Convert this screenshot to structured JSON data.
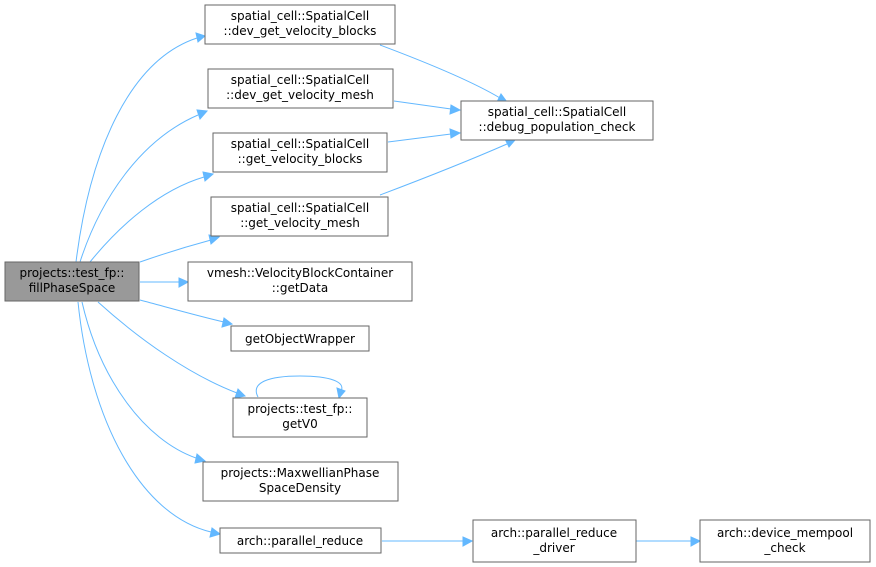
{
  "colors": {
    "edge": "#63b8ff",
    "node_border": "#666666",
    "root_fill": "#999999",
    "node_fill": "#ffffff"
  },
  "nodes": {
    "root": [
      "projects::test_fp::",
      "fillPhaseSpace"
    ],
    "dev_get_velocity_blocks": [
      "spatial_cell::SpatialCell",
      "::dev_get_velocity_blocks"
    ],
    "dev_get_velocity_mesh": [
      "spatial_cell::SpatialCell",
      "::dev_get_velocity_mesh"
    ],
    "get_velocity_blocks": [
      "spatial_cell::SpatialCell",
      "::get_velocity_blocks"
    ],
    "get_velocity_mesh": [
      "spatial_cell::SpatialCell",
      "::get_velocity_mesh"
    ],
    "debug_population_check": [
      "spatial_cell::SpatialCell",
      "::debug_population_check"
    ],
    "getData": [
      "vmesh::VelocityBlockContainer",
      "::getData"
    ],
    "getObjectWrapper": [
      "getObjectWrapper"
    ],
    "getV0": [
      "projects::test_fp::",
      "getV0"
    ],
    "maxwellian": [
      "projects::MaxwellianPhase",
      "SpaceDensity"
    ],
    "parallel_reduce": [
      "arch::parallel_reduce"
    ],
    "parallel_reduce_driver": [
      "arch::parallel_reduce",
      "_driver"
    ],
    "device_mempool_check": [
      "arch::device_mempool",
      "_check"
    ]
  }
}
